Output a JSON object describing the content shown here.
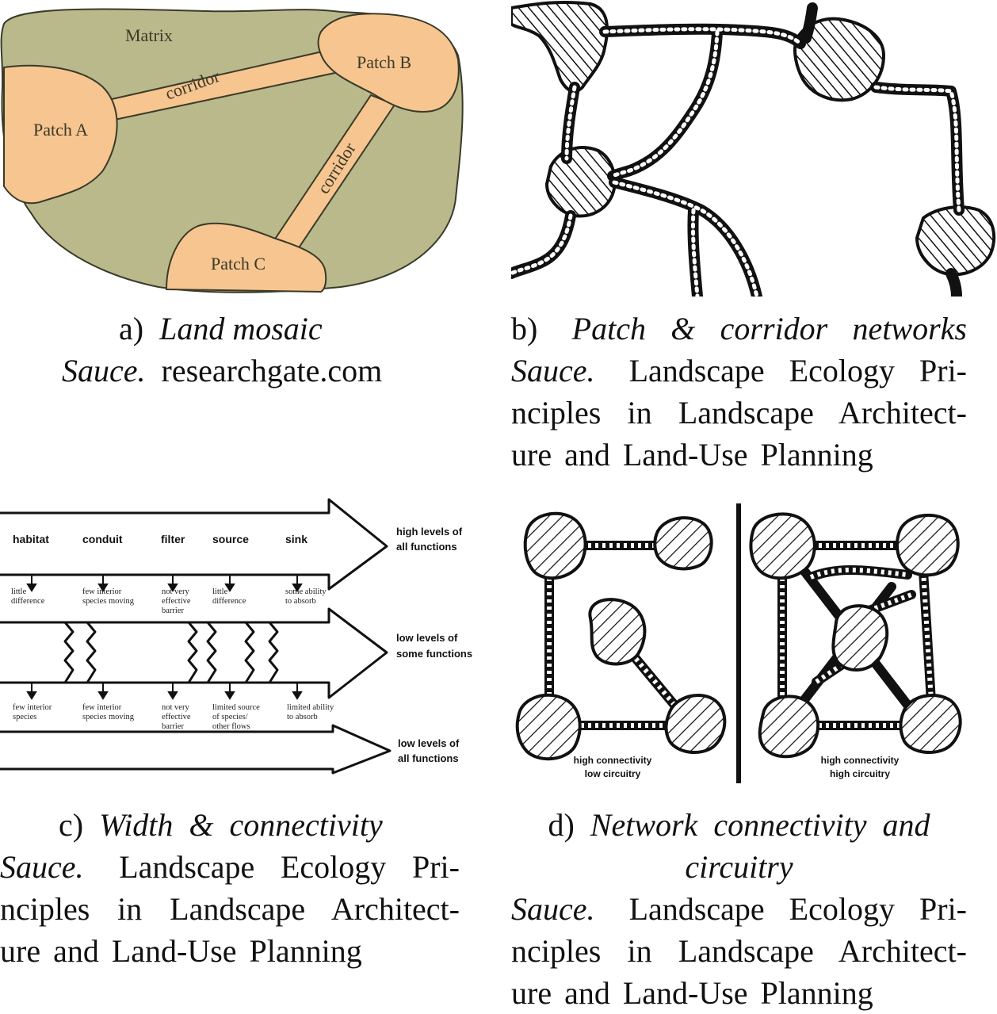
{
  "panel_a": {
    "labels": {
      "matrix": "Matrix",
      "patch_a": "Patch A",
      "patch_b": "Patch B",
      "patch_c": "Patch C",
      "corridor_1": "corridor",
      "corridor_2": "corridor"
    },
    "colors": {
      "matrix": "#b9b98c",
      "patch": "#f7c58f",
      "outline": "#3a3a2a"
    },
    "caption": {
      "letter": "a)",
      "title": "Land mosaic",
      "source_label": "Sauce.",
      "source": "researchgate.com"
    }
  },
  "panel_b": {
    "caption": {
      "letter": "b)",
      "title": "Patch & corridor networks",
      "source_label": "Sauce.",
      "source_lines": [
        "Landscape Ecology Pri-",
        "nciples in Landscape Architect-",
        "ure and Land-Use Planning"
      ]
    }
  },
  "panel_c": {
    "functions": [
      "habitat",
      "conduit",
      "filter",
      "source",
      "sink"
    ],
    "row1_right": [
      "high levels of",
      "all functions"
    ],
    "row2_right": [
      "low levels of",
      "some functions"
    ],
    "row3_right": [
      "low levels of",
      "all functions"
    ],
    "notes_top": [
      [
        "little",
        "difference"
      ],
      [
        "few interior",
        "species moving"
      ],
      [
        "not very",
        "effective",
        "barrier"
      ],
      [
        "little",
        "difference"
      ],
      [
        "some ability",
        "to absorb"
      ]
    ],
    "notes_bottom": [
      [
        "few interior",
        "species"
      ],
      [
        "few interior",
        "species moving"
      ],
      [
        "not very",
        "effective",
        "barrier"
      ],
      [
        "limited source",
        "of species/",
        "other flows"
      ],
      [
        "limited ability",
        "to absorb"
      ]
    ],
    "caption": {
      "letter": "c)",
      "title": "Width & connectivity",
      "source_label": "Sauce.",
      "source_lines": [
        "Landscape Ecology Pri-",
        "nciples in Landscape Architect-",
        "ure and Land-Use Planning"
      ]
    }
  },
  "panel_d": {
    "left_label": [
      "high connectivity",
      "low circuitry"
    ],
    "right_label": [
      "high connectivity",
      "high circuitry"
    ],
    "caption": {
      "letter": "d)",
      "title_line1": "Network connectivity and",
      "title_line2": "circuitry",
      "source_label": "Sauce.",
      "source_lines": [
        "Landscape Ecology Pri-",
        "nciples in Landscape Architect-",
        "ure and Land-Use Planning"
      ]
    }
  }
}
